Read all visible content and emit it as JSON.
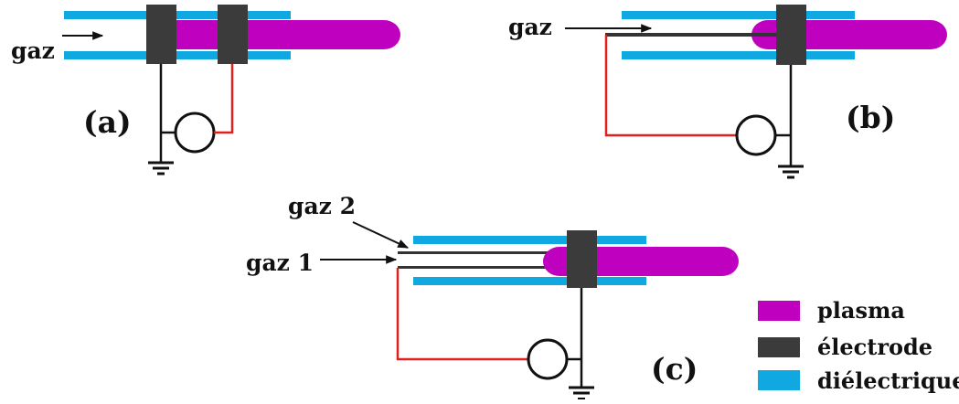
{
  "colors": {
    "plasma": "#bf00bf",
    "electrode": "#3b3b3b",
    "dielectric": "#10a8e0",
    "circuit": "#111111",
    "wire": "#e0201c",
    "background": "#ffffff"
  },
  "panels": {
    "a": {
      "tag": "(a)",
      "gas": "gaz"
    },
    "b": {
      "tag": "(b)",
      "gas": "gaz"
    },
    "c": {
      "tag": "(c)",
      "gas1": "gaz 1",
      "gas2": "gaz 2"
    }
  },
  "legend": {
    "items": [
      {
        "key": "plasma",
        "label": "plasma",
        "icon": "plasma-swatch"
      },
      {
        "key": "electrode",
        "label": "électrode",
        "icon": "electrode-swatch"
      },
      {
        "key": "dielectric",
        "label": "diélectrique",
        "icon": "dielectric-swatch"
      }
    ]
  }
}
